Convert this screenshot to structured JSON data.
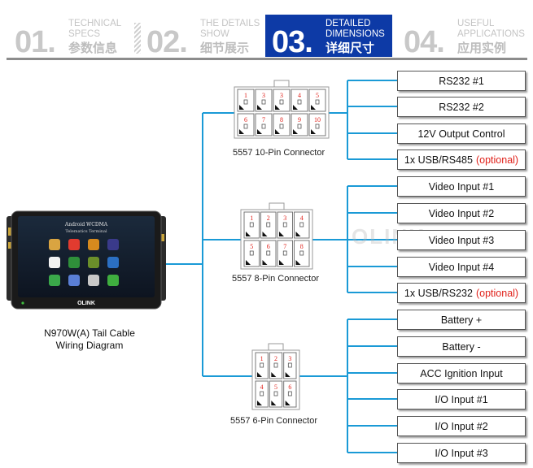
{
  "tabs": [
    {
      "num": "01.",
      "en": "TECHNICAL\nSPECS",
      "zh": "参数信息",
      "active": false
    },
    {
      "num": "02.",
      "en": "THE DETAILS\nSHOW",
      "zh": "细节展示",
      "active": false
    },
    {
      "num": "03.",
      "en": "DETAILED\nDIMENSIONS",
      "zh": "详细尺寸",
      "active": true
    },
    {
      "num": "04.",
      "en": "USEFUL\nAPPLICATIONS",
      "zh": "应用实例",
      "active": false
    }
  ],
  "device": {
    "screen_title": "Android WCDMA",
    "screen_subtitle": "Telematics Terminal",
    "brand": "OLINK",
    "caption_line1": "N970W(A) Tail Cable",
    "caption_line2": "Wiring Diagram"
  },
  "watermark": "OLINK",
  "connectors": [
    {
      "label": "5557 10-Pin Connector",
      "pins_top": [
        "1",
        "3",
        "3",
        "4",
        "5"
      ],
      "pins_bottom": [
        "6",
        "7",
        "8",
        "9",
        "10"
      ],
      "outputs": [
        {
          "text": "RS232 #1",
          "optional": ""
        },
        {
          "text": "RS232 #2",
          "optional": ""
        },
        {
          "text": "12V Output Control",
          "optional": ""
        },
        {
          "text": "1x USB/RS485",
          "optional": "(optional)"
        }
      ]
    },
    {
      "label": "5557 8-Pin Connector",
      "pins_top": [
        "1",
        "2",
        "3",
        "4"
      ],
      "pins_bottom": [
        "5",
        "6",
        "7",
        "8"
      ],
      "outputs": [
        {
          "text": "Video Input #1",
          "optional": ""
        },
        {
          "text": "Video Input #2",
          "optional": ""
        },
        {
          "text": "Video Input #3",
          "optional": ""
        },
        {
          "text": "Video Input #4",
          "optional": ""
        },
        {
          "text": "1x USB/RS232",
          "optional": "(optional)"
        }
      ]
    },
    {
      "label": "5557 6-Pin Connector",
      "pins_top": [
        "1",
        "2",
        "3"
      ],
      "pins_bottom": [
        "4",
        "5",
        "6"
      ],
      "outputs": [
        {
          "text": "Battery +",
          "optional": ""
        },
        {
          "text": "Battery -",
          "optional": ""
        },
        {
          "text": "ACC Ignition Input",
          "optional": ""
        },
        {
          "text": "I/O Input #1",
          "optional": ""
        },
        {
          "text": "I/O Input #2",
          "optional": ""
        },
        {
          "text": "I/O Input #3",
          "optional": ""
        }
      ]
    }
  ],
  "colors": {
    "wire": "#1a9ad6",
    "active_tab": "#0d3aa6",
    "optional_text": "#e0211a",
    "pin_numbers": "#e0211a"
  }
}
